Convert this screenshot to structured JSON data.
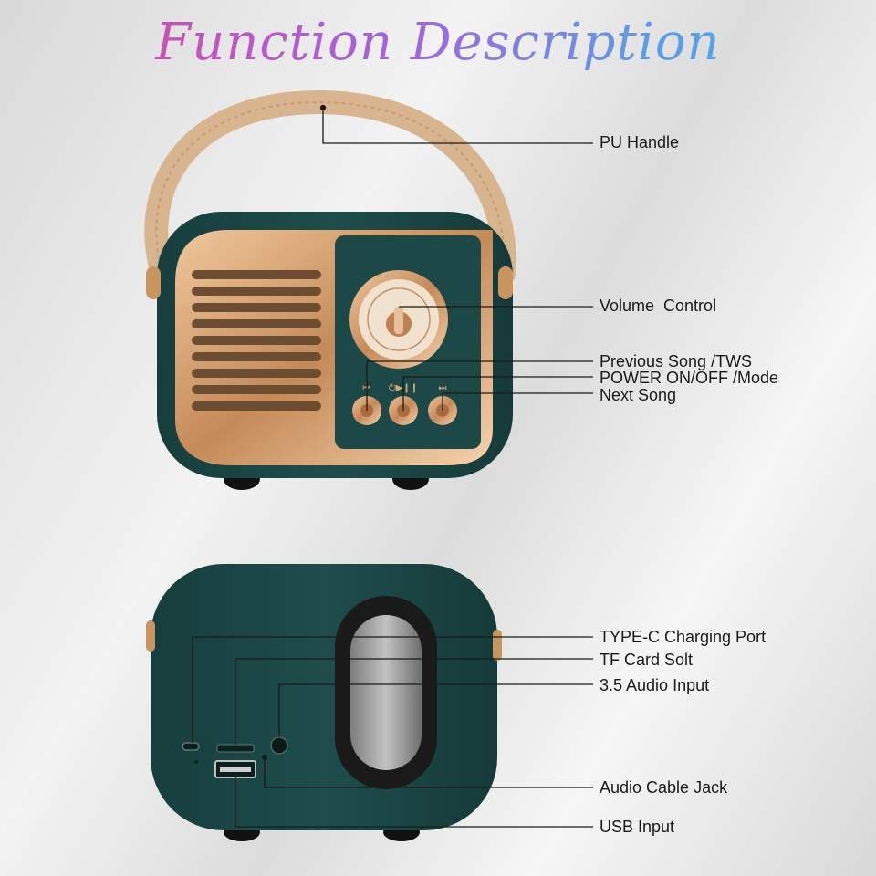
{
  "title": "Function Description",
  "front_labels": {
    "pu_handle": "PU Handle",
    "volume_control": "Volume  Control",
    "previous_song": "Previous Song /TWS",
    "power_mode": "POWER ON/OFF /Mode",
    "next_song": "Next Song"
  },
  "back_labels": {
    "type_c": "TYPE-C Charging Port",
    "tf_card": "TF Card Solt",
    "audio_input": "3.5 Audio Input",
    "audio_cable_jack": "Audio Cable Jack",
    "usb_input": "USB Input"
  },
  "colors": {
    "body_green": "#1d4a49",
    "gold": "#d9a878",
    "handle": "#d8b48f"
  }
}
